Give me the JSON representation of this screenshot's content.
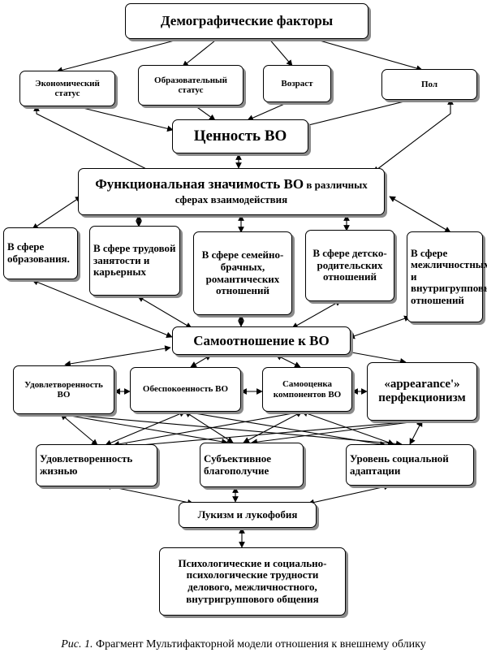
{
  "nodes": {
    "demographic": "Демографические факторы",
    "economic": "Экономический статус",
    "education": "Образовательный статус",
    "age": "Возраст",
    "sex": "Пол",
    "value": "Ценность ВО",
    "functional_main": "Функциональная значимость ВО",
    "functional_rest": " в различных сферах взаимодействия",
    "sphere_education": "В сфере образования.",
    "sphere_work": "В сфере трудовой занятости и карьерных",
    "sphere_family": "В сфере семейно-брачных, романтических отношений",
    "sphere_parent": "В сфере детско-родительских отношений",
    "sphere_interpersonal": "В сфере межличностных и внутригрупповых отношений",
    "self_attitude": "Самоотношение к ВО",
    "satisfaction_bo": "Удовлетворенность ВО",
    "anxiety_bo": "Обеспокоенность ВО",
    "self_esteem": "Самооценка компонентов ВО",
    "appearance": "«appearance'» перфекционизм",
    "life_satisfaction": "Удовлетворенность жизнью",
    "wellbeing": "Субъективное благополучие",
    "adaptation": "Уровень социальной адаптации",
    "lookism": "Лукизм и лукофобия",
    "difficulties": "Психологические и социально-психологические трудности делового, межличностного, внутригруппового общения"
  },
  "caption": {
    "label": "Рис. 1.",
    "text": " Фрагмент Мультифакторной модели отношения к внешнему облику"
  }
}
